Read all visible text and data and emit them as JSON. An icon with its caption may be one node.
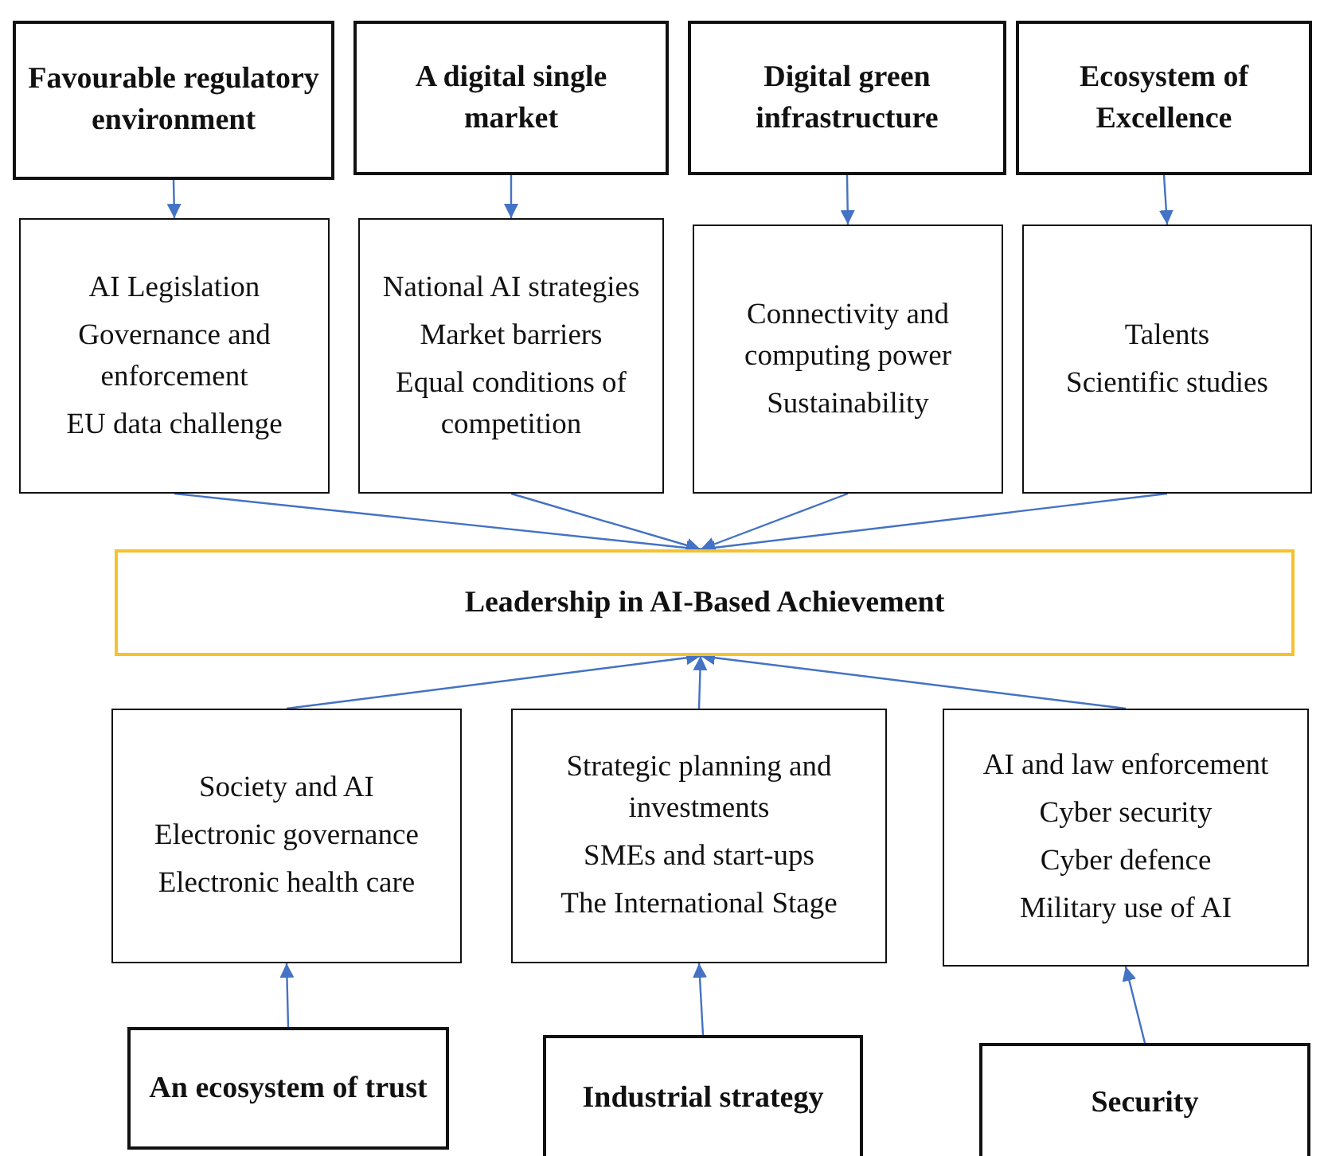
{
  "diagram": {
    "nodes": [
      {
        "text": [
          "Favourable regulatory environment"
        ]
      },
      {
        "text": [
          "A digital single market"
        ]
      },
      {
        "text": [
          "Digital green infrastructure"
        ]
      },
      {
        "text": [
          "Ecosystem of Excellence"
        ]
      },
      {
        "text": [
          "AI Legislation",
          "Governance and enforcement",
          "EU data challenge"
        ]
      },
      {
        "text": [
          "National AI strategies",
          "Market barriers",
          "Equal conditions of competition"
        ]
      },
      {
        "text": [
          "Connectivity and computing power",
          "Sustainability"
        ]
      },
      {
        "text": [
          "Talents",
          "Scientific studies"
        ]
      },
      {
        "text": [
          "Leadership in AI-Based Achievement"
        ]
      },
      {
        "text": [
          "Society and AI",
          "Electronic governance",
          "Electronic health care"
        ]
      },
      {
        "text": [
          "Strategic planning and investments",
          "SMEs and start-ups",
          "The International Stage"
        ]
      },
      {
        "text": [
          "AI and law enforcement",
          "Cyber security",
          "Cyber defence",
          "Military use of AI"
        ]
      },
      {
        "text": [
          "An ecosystem of trust"
        ]
      },
      {
        "text": [
          "Industrial strategy"
        ]
      },
      {
        "text": [
          "Security"
        ]
      }
    ],
    "edges": [
      {
        "from": 0,
        "to": 4,
        "arrow": "to"
      },
      {
        "from": 1,
        "to": 5,
        "arrow": "to"
      },
      {
        "from": 2,
        "to": 6,
        "arrow": "to"
      },
      {
        "from": 3,
        "to": 7,
        "arrow": "to"
      },
      {
        "from": 4,
        "to": 8,
        "arrow": "to"
      },
      {
        "from": 5,
        "to": 8,
        "arrow": "to"
      },
      {
        "from": 6,
        "to": 8,
        "arrow": "to"
      },
      {
        "from": 7,
        "to": 8,
        "arrow": "to"
      },
      {
        "from": 9,
        "to": 8,
        "arrow": "to"
      },
      {
        "from": 10,
        "to": 8,
        "arrow": "to"
      },
      {
        "from": 11,
        "to": 8,
        "arrow": "to"
      },
      {
        "from": 12,
        "to": 9,
        "arrow": "to"
      },
      {
        "from": 13,
        "to": 10,
        "arrow": "to"
      },
      {
        "from": 14,
        "to": 11,
        "arrow": "to"
      }
    ]
  }
}
